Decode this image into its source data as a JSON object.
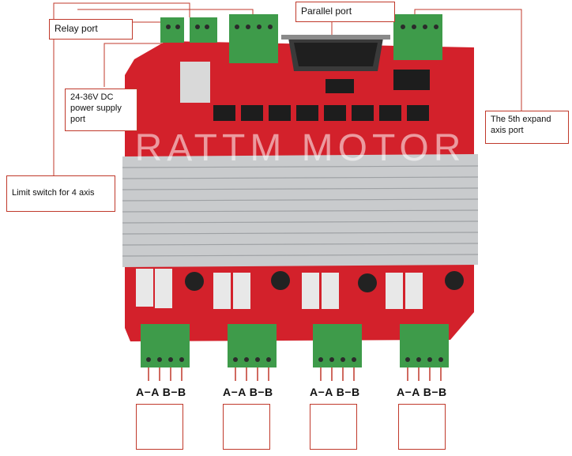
{
  "labels": {
    "parallel_port": "Parallel port",
    "relay_port": "Relay port",
    "power_supply_port": "24-36V DC power supply port",
    "expand_axis_port": "The 5th expand axis port",
    "limit_switch": "Limit switch for 4 axis"
  },
  "watermark": "RATTM MOTOR",
  "axes": [
    {
      "phases": "A−A  B−B"
    },
    {
      "phases": "A−A  B−B"
    },
    {
      "phases": "A−A  B−B"
    },
    {
      "phases": "A−A  B−B"
    }
  ],
  "colors": {
    "board_red": "#d3212b",
    "connector_green": "#3e9b4a",
    "heatsink": "#c9cbcd",
    "callout_line": "#c0392b"
  }
}
